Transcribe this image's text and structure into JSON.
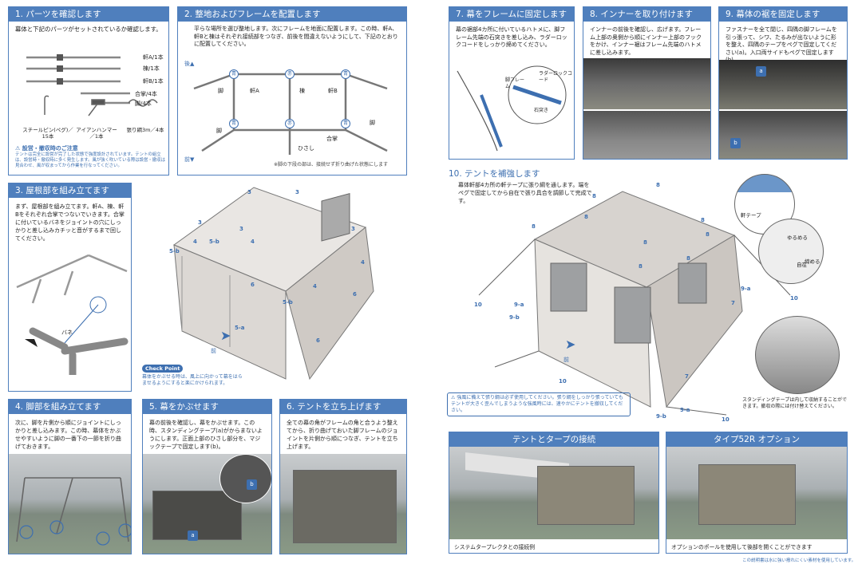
{
  "s1": {
    "title": "1. パーツを確認します",
    "intro": "幕体と下記のパーツがセットされているか確認します。",
    "parts": [
      "軒A/1本",
      "棟/1本",
      "軒B/1本",
      "合掌/4本",
      "脚/4本"
    ],
    "tools": [
      "スチールピン(ペグ)／15本",
      "アイアンハンマー／1本",
      "張り綱3m／4本"
    ],
    "note_title": "設営・撤収時のご注意",
    "note": "テントは完全に設営が完了した状態で強度設計されています。テントの組立は、設営時・撤収時に多く発生します。風が強く吹いている際は設営・撤収は見合わせ、風が収まってから作業を行なってください。"
  },
  "s2": {
    "title": "2. 整地およびフレームを配置します",
    "intro": "平らな場所を選び整地します。次にフレームを地面に配置します。この時、軒A、軒Bと棟はそれぞれ接続部をつなぎ、前後を間違えないようにして、下記のとおりに配置してください。",
    "back": "後▲",
    "front": "前▼",
    "labels": [
      "脚",
      "軒A",
      "棟",
      "軒B",
      "脚",
      "脚",
      "合掌",
      "ひさし"
    ],
    "note": "※脚の下段の部は、接続せず折り曲げた状態にします"
  },
  "s3": {
    "title": "3. 屋根部を組み立てます",
    "text": "まず、屋根部を組み立てます。軒A、棟、軒Bをそれぞれ合掌でつないでいきます。合掌に付いているバネをジョイントの穴にしっかりと差し込みカチッと音がするまで回してください。",
    "spring": "バネ",
    "front": "前",
    "check_label": "Check Point",
    "check_text": "幕体をかぶせる時は、風上に向かって幕をはらませるようにすると楽にかけられます。",
    "nums": [
      "3",
      "3",
      "3",
      "3",
      "3",
      "4",
      "4",
      "5-b",
      "5-b",
      "5-b",
      "4",
      "4",
      "5-a",
      "6",
      "6",
      "6"
    ]
  },
  "s4": {
    "title": "4. 脚部を組み立てます",
    "text": "次に、脚を片側から順にジョイントにしっかりと差し込みます。この時、幕体をかぶせやすいように脚の一番下の一節を折り曲げておきます。"
  },
  "s5": {
    "title": "5. 幕をかぶせます",
    "text": "幕の前後を確認し、幕をかぶせます。この時、スタンディングテープ(a)がからまないようにします。正面上部のひさし部分を、マジックテープで固定します(b)。",
    "a": "a",
    "b": "b"
  },
  "s6": {
    "title": "6. テントを立ち上げます",
    "text": "全ての幕の角がフレームの角と合うよう整えてから、折り曲げておいた脚フレームのジョイントを片側から順につなぎ、テントを立ち上げます。"
  },
  "s7": {
    "title": "7. 幕をフレームに固定します",
    "text": "幕の裾部4カ所に付いているハトメに、脚フレーム先端の石突きを差し込み、ラダーロックコードをしっかり締めてください。",
    "labels": [
      "脚フレーム",
      "ラダーロックコード",
      "石突き"
    ]
  },
  "s8": {
    "title": "8. インナーを取り付けます",
    "text": "インナーの前後を確認し、広げます。フレーム上部の奥側から順にインナー上部のフックをかけ、インナー裾はフレーム先端のハトメに差し込みます。"
  },
  "s9": {
    "title": "9. 幕体の裾を固定します",
    "text": "ファスナーを全て閉じ、四隅の脚フレームを引っ張って、シワ、たるみが出ないように形を整え、四隅のテープをペグで固定してください(a)。入口両サイドもペグで固定します(b)。",
    "a": "a",
    "b": "b"
  },
  "s10": {
    "title": "10. テントを補強します",
    "text": "幕体軒部4カ所の軒テープに張り綱を通します。端をペグで固定してから自在で張り具合を調節して完成です。",
    "labels": [
      "軒テープ",
      "ゆるめる",
      "締める",
      "自在"
    ],
    "nums": [
      "8",
      "8",
      "8",
      "8",
      "8",
      "8",
      "8",
      "8",
      "7",
      "7",
      "9-a",
      "9-a",
      "9-b",
      "9-b",
      "10",
      "10",
      "10",
      "10",
      "9-a",
      "8"
    ],
    "front": "前",
    "warn": "強風に備えて張り綱は必ず使用してください。張り綱をしっかり張っていてもテントが大きく歪んでしまうような強風時には、速やかにテントを撤収してください。",
    "standing": "スタンディングテープは内して収納することができます。撤収の際には付け替えてください。"
  },
  "tarp": {
    "title": "テントとタープの接続",
    "caption": "システムタープレクタとの接続例"
  },
  "type52": {
    "title": "タイプ52R オプション",
    "caption": "オプションのポールを使用して後部を開くことができます"
  },
  "footer": "この説明書は水に強い撥れにくい素材を使用しています。",
  "colors": {
    "accent": "#4f7fbd",
    "warn": "#3d6fb0"
  }
}
